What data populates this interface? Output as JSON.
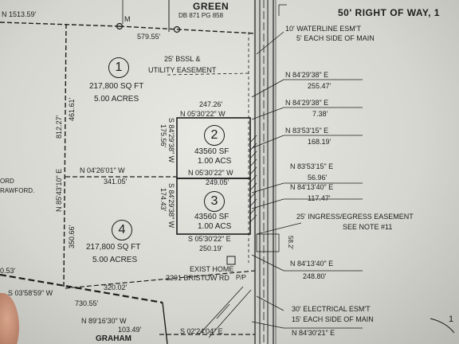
{
  "header": {
    "owner": "GREEN",
    "deed": "DB 871 PG 858",
    "row": "50' RIGHT OF WAY, 1",
    "north_mark": "M",
    "edge_mark": "1"
  },
  "top_left": {
    "bearing": "N 1513.59'",
    "dist": "579.55'"
  },
  "left_frag": {
    "a": "ORD",
    "b": "RAWFORD.",
    "c": "0.53'"
  },
  "lots": [
    {
      "num": "1",
      "sqft": "217,800 SQ FT",
      "acres": "5.00 ACRES"
    },
    {
      "num": "2",
      "sqft": "43560 SF",
      "acres": "1.00 ACS"
    },
    {
      "num": "3",
      "sqft": "43560 SF",
      "acres": "1.00 ACS"
    },
    {
      "num": "4",
      "sqft": "217,800 SQ FT",
      "acres": "5.00 ACRES"
    }
  ],
  "bssl": {
    "line1": "25' BSSL &",
    "line2": "UTILITY EASEMENT"
  },
  "lot2_top": {
    "dist": "247.26'",
    "bearing": "N  05'30'22\"  W"
  },
  "lot2_side": {
    "bearing": "S 84'29'38\" W",
    "dist": "175.56'"
  },
  "lot2_bottom": {
    "bearing": "N  05'30'22\"  W",
    "dist": "249.05'"
  },
  "lot3_side": {
    "bearing": "S 84'29'38\" W",
    "dist": "174.43'"
  },
  "lot3_bottom": {
    "bearing": "S  05'30'22\"  E",
    "dist": "250.19'"
  },
  "mid_line": {
    "bearing": "N  04'26'01\"  W",
    "dist": "341.05'"
  },
  "west_line_upper": "461.61'",
  "west_line_total": {
    "bearing": "N  85'43'10\"  E",
    "dist": "812.27'"
  },
  "west_line_lower": "350.66'",
  "south_line": {
    "dist1": "320.02'",
    "bearing1": "S  03'58'59\"  W",
    "dist1b": "730.55'",
    "bearing2": "N  89'16'30\"  W",
    "dist2": "103.49'",
    "neighbor": "GRAHAM",
    "bearing3": "S  02'24'04\"  E"
  },
  "home": {
    "line1": "EXIST HOME",
    "line2": "2291  BRISTOW RD",
    "pp": "P/P"
  },
  "small_dim": "58.2'",
  "right_notes": [
    {
      "l1": "10' WATERLINE ESM'T",
      "l2": "5' EACH SIDE OF MAIN"
    },
    {
      "l1": "N  84'29'38\"  E",
      "l2": "255.47'"
    },
    {
      "l1": "N  84'29'38\"  E",
      "l2": "7.38'"
    },
    {
      "l1": "N  83'53'15\"  E",
      "l2": "168.19'"
    },
    {
      "l1": "N  83'53'15\"  E",
      "l2": "56.96'"
    },
    {
      "l1": "N  84'13'40\"  E",
      "l2": "117.47'"
    },
    {
      "l1": "25' INGRESS/EGRESS EASEMENT",
      "l2": "SEE NOTE #11"
    },
    {
      "l1": "N  84'13'40\"  E",
      "l2": "248.80'"
    },
    {
      "l1": "30' ELECTRICAL ESM'T",
      "l2": "15' EACH SIDE OF MAIN"
    },
    {
      "l1": "N  84'30'21\"  E",
      "l2": ""
    }
  ],
  "colors": {
    "ink": "#1d1d1d",
    "paper": "#e4e4df",
    "road": "#c9c9c3",
    "thumb": "#b27b63"
  }
}
